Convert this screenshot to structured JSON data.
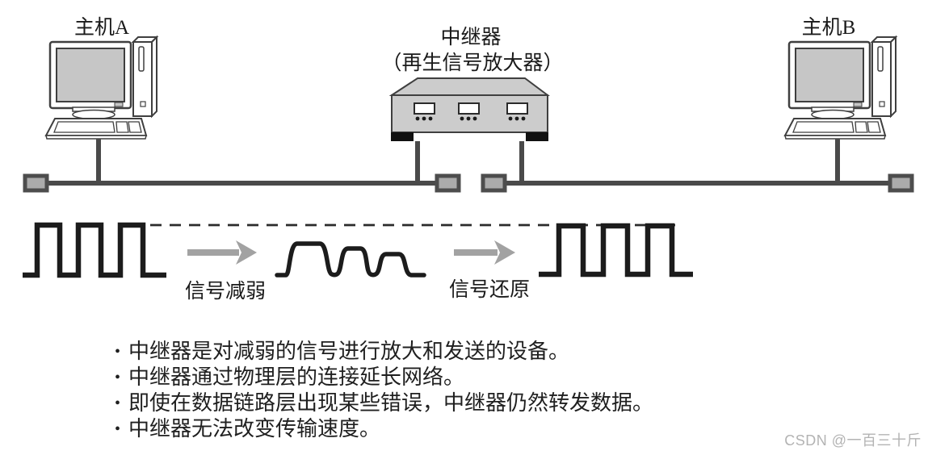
{
  "diagram": {
    "host_a_label": "主机A",
    "host_b_label": "主机B",
    "repeater_title": "中继器",
    "repeater_subtitle": "（再生信号放大器）",
    "signal_weaken_label": "信号减弱",
    "signal_restore_label": "信号还原"
  },
  "notes": {
    "bullet_char": "•",
    "items": [
      "中继器是对减弱的信号进行放大和发送的设备。",
      "中继器通过物理层的连接延长网络。",
      "即使在数据链路层出现某些错误，中继器仍然转发数据。",
      "中继器无法改变传输速度。"
    ]
  },
  "watermark": "CSDN @一百三十斤",
  "colors": {
    "outline_dark": "#3f3f3f",
    "bus_line": "#4a4a4a",
    "waveform_black": "#1c1c1c",
    "device_fill": "#cccccc",
    "screen_fill": "#c6c6c6",
    "terminator_fill": "#ababab",
    "foot_black": "#111111",
    "arrow_gray": "#a2a2a2",
    "watermark_gray": "#b3b3b3",
    "background": "#ffffff"
  }
}
